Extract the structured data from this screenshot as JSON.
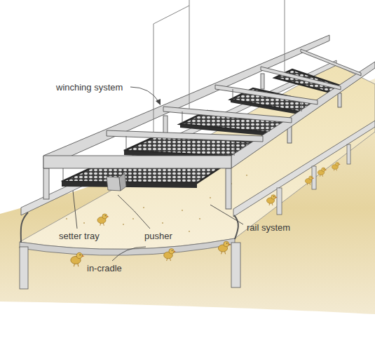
{
  "diagram": {
    "labels": [
      "winching system",
      "setter tray",
      "pusher",
      "rail system",
      "in-cradle"
    ]
  }
}
